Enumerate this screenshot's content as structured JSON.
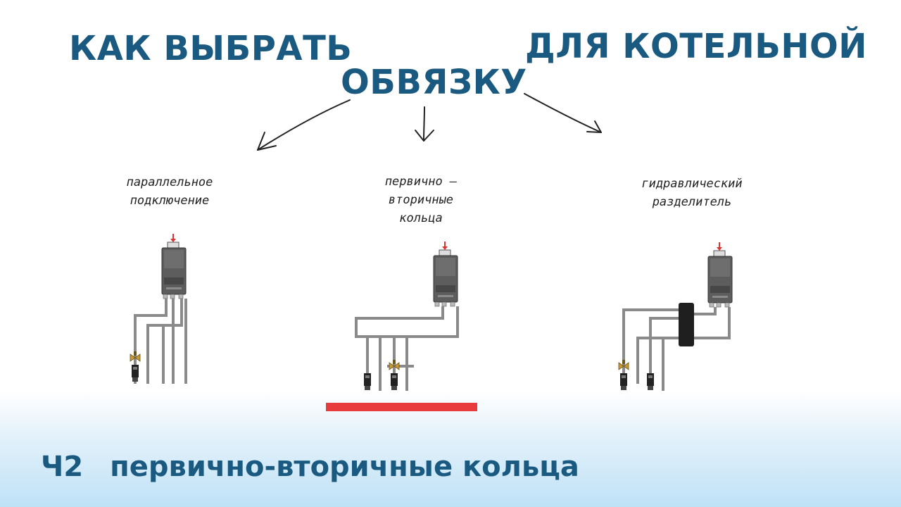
{
  "title": {
    "line1_left": "КАК ВЫБРАТЬ",
    "line1_right": "ДЛЯ КОТЕЛЬНОЙ",
    "line2_center": "ОБВЯЗКУ"
  },
  "schemes": [
    {
      "label_lines": [
        "параллельное",
        "подключение"
      ]
    },
    {
      "label_lines": [
        "первично –",
        "вторичные",
        "кольца"
      ]
    },
    {
      "label_lines": [
        "гидравлический",
        "разделитель"
      ]
    }
  ],
  "footer": {
    "part": "Ч2",
    "topic": "первично-вторичные кольца"
  },
  "colors": {
    "title": "#1b5a80",
    "highlight": "#e83c3c",
    "boiler": "#5d5d5d",
    "pipe": "#8a8a8a"
  }
}
